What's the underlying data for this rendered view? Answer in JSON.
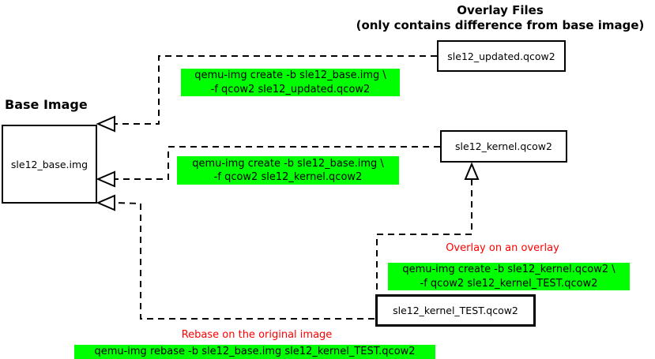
{
  "title": {
    "line1": "Overlay Files",
    "line2": "(only contains difference from base image)"
  },
  "base_image": {
    "section_label": "Base Image",
    "box_label": "sle12_base.img"
  },
  "overlay_boxes": {
    "updated": "sle12_updated.qcow2",
    "kernel": "sle12_kernel.qcow2",
    "kernel_test": "sle12_kernel_TEST.qcow2"
  },
  "commands": {
    "create_updated": {
      "line1": "qemu-img create -b sle12_base.img \\",
      "line2": "-f qcow2 sle12_updated.qcow2"
    },
    "create_kernel": {
      "line1": "qemu-img create -b sle12_base.img \\",
      "line2": "-f qcow2 sle12_kernel.qcow2"
    },
    "create_kernel_test": {
      "line1": "qemu-img create -b sle12_kernel.qcow2 \\",
      "line2": "-f qcow2 sle12_kernel_TEST.qcow2"
    },
    "rebase": "qemu-img rebase -b sle12_base.img sle12_kernel_TEST.qcow2"
  },
  "annotations": {
    "overlay_on_overlay": "Overlay on an overlay",
    "rebase_note": "Rebase on the original image"
  },
  "colors": {
    "command_bg": "#00ff00",
    "annotation_text": "#ff0000",
    "line": "#000000"
  }
}
